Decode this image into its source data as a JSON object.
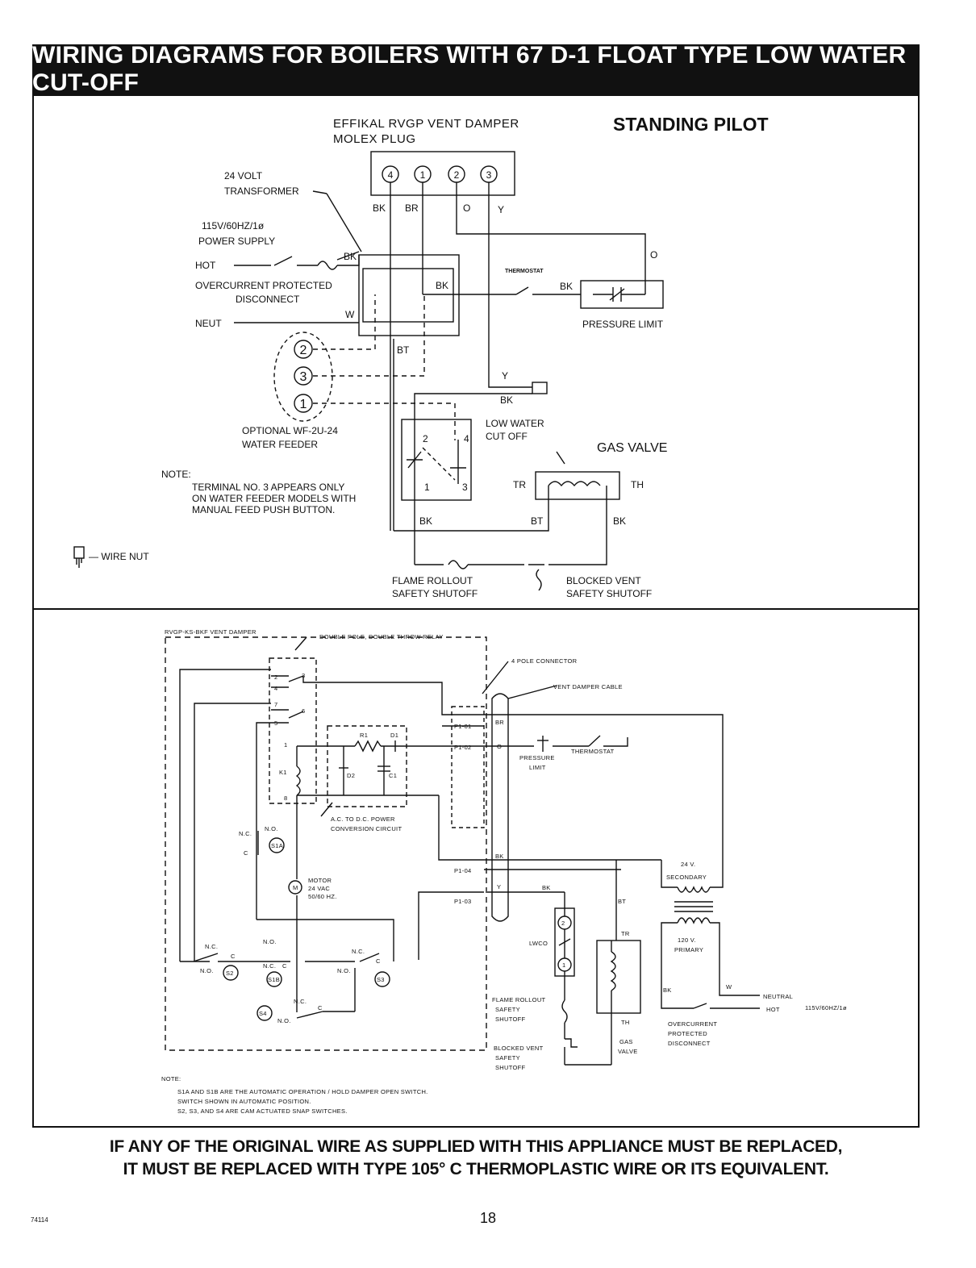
{
  "page_title": "WIRING DIAGRAMS FOR BOILERS WITH 67 D-1 FLOAT TYPE LOW WATER CUT-OFF",
  "top": {
    "mode_title": "STANDING PILOT",
    "damper_plug_1": "EFFIKAL  RVGP  VENT  DAMPER",
    "damper_plug_2": "MOLEX  PLUG",
    "pins": [
      "4",
      "1",
      "2",
      "3"
    ],
    "wire_bk": "BK",
    "wire_br": "BR",
    "wire_o": "O",
    "wire_y": "Y",
    "wire_w": "W",
    "wire_bt": "BT",
    "transformer_1": "24  VOLT",
    "transformer_2": "TRANSFORMER",
    "supply_1": "115V/60HZ/1ø",
    "supply_2": "POWER  SUPPLY",
    "hot": "HOT",
    "disconnect_1": "OVERCURRENT  PROTECTED",
    "disconnect_2": "DISCONNECT",
    "neut": "NEUT",
    "thermostat": "THERMOSTAT",
    "pressure_limit": "PRESSURE  LIMIT",
    "feeder_terms": [
      "2",
      "3",
      "1"
    ],
    "feeder_1": "OPTIONAL  WF-2U-24",
    "feeder_2": "WATER  FEEDER",
    "lwco_1": "LOW  WATER",
    "lwco_2": "CUT  OFF",
    "lwco_terms": [
      "2",
      "4",
      "1",
      "3"
    ],
    "gas_valve": "GAS  VALVE",
    "tr": "TR",
    "th": "TH",
    "note_title": "NOTE:",
    "note_1": "TERMINAL  NO.  3  APPEARS  ONLY",
    "note_2": "ON  WATER  FEEDER  MODELS  WITH",
    "note_3": "MANUAL  FEED  PUSH  BUTTON.",
    "wire_nut": "— WIRE  NUT",
    "flame_1": "FLAME  ROLLOUT",
    "flame_2": "SAFETY  SHUTOFF",
    "blocked_1": "BLOCKED  VENT",
    "blocked_2": "SAFETY  SHUTOFF"
  },
  "bottom": {
    "damper": "RVGP-KS-BKF  VENT  DAMPER",
    "relay": "DOUBLE  POLE,  DOUBLE  THROW  RELAY",
    "connector": "4  POLE  CONNECTOR",
    "cable": "VENT  DAMPER  CABLE",
    "relay_terms": [
      "2",
      "3",
      "4",
      "7",
      "6",
      "5",
      "1",
      "8"
    ],
    "k1": "K1",
    "r1": "R1",
    "d1": "D1",
    "d2": "D2",
    "c1": "C1",
    "ac_dc_1": "A.C.  TO  D.C.  POWER",
    "ac_dc_2": "CONVERSION  CIRCUIT",
    "p1": [
      "P1-01",
      "P1-02",
      "P1-04",
      "P1-03"
    ],
    "br": "BR",
    "o": "O",
    "bk": "BK",
    "y": "Y",
    "bt": "BT",
    "tr": "TR",
    "th": "TH",
    "w": "W",
    "pressure_1": "PRESSURE",
    "pressure_2": "LIMIT",
    "thermostat": "THERMOSTAT",
    "nc": "N.C.",
    "no": "N.O.",
    "c": "C",
    "s1a": "S1A",
    "s1b": "S1B",
    "s2": "S2",
    "s3": "S3",
    "s4": "S4",
    "motor_1": "MOTOR",
    "motor_2": "24  VAC",
    "motor_3": "50/60  HZ.",
    "motor_m": "M",
    "secondary_1": "24  V.",
    "secondary_2": "SECONDARY",
    "primary_1": "120  V.",
    "primary_2": "PRIMARY",
    "lwco": "LWCO",
    "lwco_terms": [
      "2",
      "1"
    ],
    "flame_1": "FLAME  ROLLOUT",
    "flame_2": "SAFETY",
    "flame_3": "SHUTOFF",
    "blocked_1": "BLOCKED  VENT",
    "blocked_2": "SAFETY",
    "blocked_3": "SHUTOFF",
    "gas_1": "GAS",
    "gas_2": "VALVE",
    "neutral": "NEUTRAL",
    "hot": "HOT",
    "supply": "115V/60HZ/1ø",
    "disc_1": "OVERCURRENT",
    "disc_2": "PROTECTED",
    "disc_3": "DISCONNECT",
    "note_title": "NOTE:",
    "note_1": "S1A  AND  S1B  ARE  THE  AUTOMATIC  OPERATION  /  HOLD  DAMPER  OPEN  SWITCH.",
    "note_2": "SWITCH  SHOWN  IN  AUTOMATIC  POSITION.",
    "note_3": "S2,  S3,  AND  S4  ARE  CAM  ACTUATED  SNAP  SWITCHES."
  },
  "footer_1": "IF ANY OF THE ORIGINAL WIRE AS SUPPLIED WITH THIS APPLIANCE MUST BE REPLACED,",
  "footer_2": "IT MUST BE REPLACED WITH TYPE 105° C THERMOPLASTIC WIRE OR ITS EQUIVALENT.",
  "page_number": "18",
  "doc_id": "74114"
}
